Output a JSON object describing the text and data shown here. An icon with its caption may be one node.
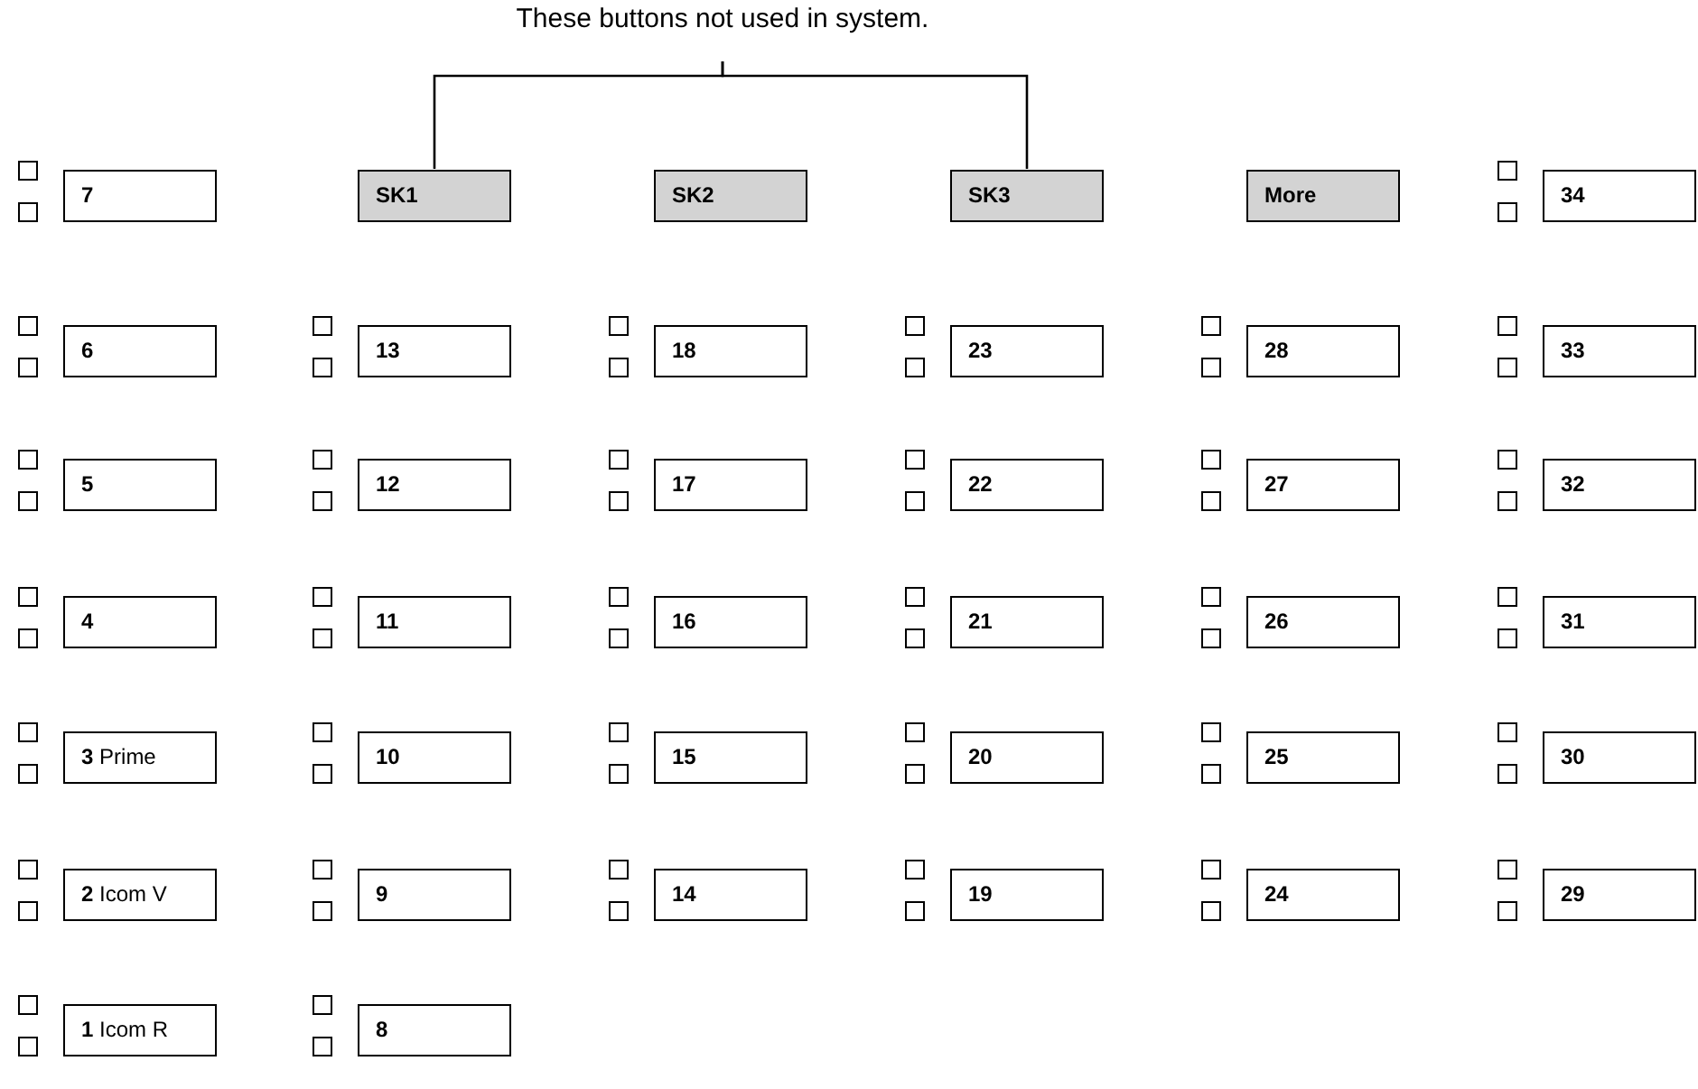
{
  "diagram": {
    "nodes": [
      {
        "text": [
          "These buttons not used in system."
        ]
      },
      {
        "text": [
          "7"
        ]
      },
      {
        "text": [
          "SK1"
        ]
      },
      {
        "text": [
          "SK2"
        ]
      },
      {
        "text": [
          "SK3"
        ]
      },
      {
        "text": [
          "More"
        ]
      },
      {
        "text": [
          "34"
        ]
      },
      {
        "text": [
          "6"
        ]
      },
      {
        "text": [
          "13"
        ]
      },
      {
        "text": [
          "18"
        ]
      },
      {
        "text": [
          "23"
        ]
      },
      {
        "text": [
          "28"
        ]
      },
      {
        "text": [
          "33"
        ]
      },
      {
        "text": [
          "5"
        ]
      },
      {
        "text": [
          "12"
        ]
      },
      {
        "text": [
          "17"
        ]
      },
      {
        "text": [
          "22"
        ]
      },
      {
        "text": [
          "27"
        ]
      },
      {
        "text": [
          "32"
        ]
      },
      {
        "text": [
          "4"
        ]
      },
      {
        "text": [
          "11"
        ]
      },
      {
        "text": [
          "16"
        ]
      },
      {
        "text": [
          "21"
        ]
      },
      {
        "text": [
          "26"
        ]
      },
      {
        "text": [
          "31"
        ]
      },
      {
        "text": [
          "**3** Prime"
        ]
      },
      {
        "text": [
          "10"
        ]
      },
      {
        "text": [
          "15"
        ]
      },
      {
        "text": [
          "20"
        ]
      },
      {
        "text": [
          "25"
        ]
      },
      {
        "text": [
          "30"
        ]
      },
      {
        "text": [
          "**2** Icom V"
        ]
      },
      {
        "text": [
          "9"
        ]
      },
      {
        "text": [
          "14"
        ]
      },
      {
        "text": [
          "19"
        ]
      },
      {
        "text": [
          "24"
        ]
      },
      {
        "text": [
          "29"
        ]
      },
      {
        "text": [
          "**1** Icom R"
        ]
      },
      {
        "text": [
          "8"
        ]
      }
    ],
    "edges": [
      {
        "from": 0,
        "to": 2,
        "arrow": "none"
      },
      {
        "from": 0,
        "to": 4,
        "arrow": "none"
      }
    ]
  }
}
